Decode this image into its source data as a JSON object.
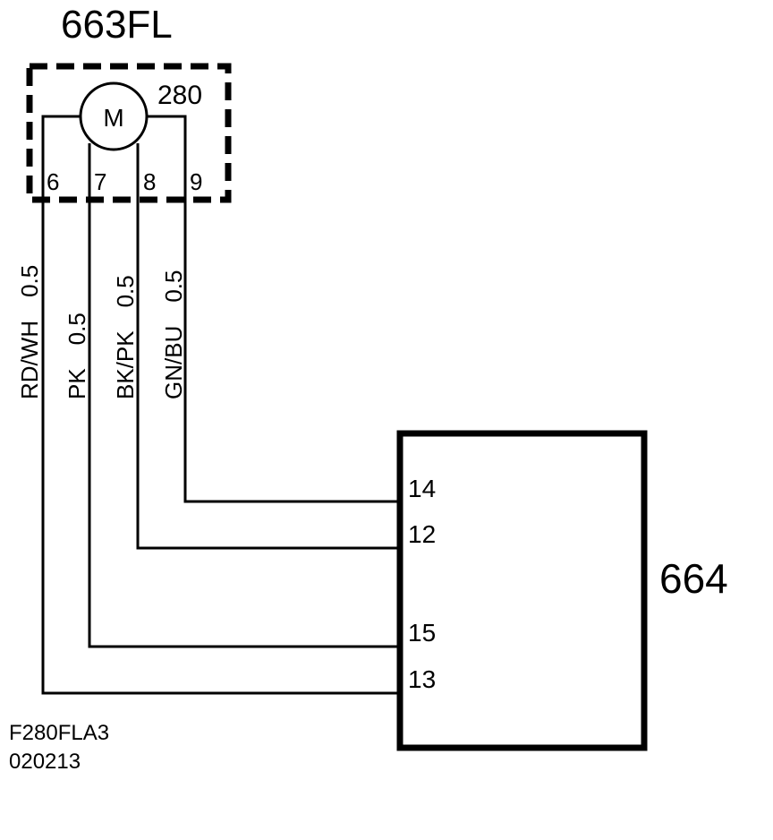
{
  "component_663": {
    "title": "663FL",
    "sub_id": "280",
    "motor_symbol": "M",
    "pins": [
      "6",
      "7",
      "8",
      "9"
    ]
  },
  "component_664": {
    "title": "664",
    "pins": [
      "14",
      "12",
      "15",
      "13"
    ]
  },
  "wires": [
    {
      "color": "RD/WH",
      "size": "0.5"
    },
    {
      "color": "PK",
      "size": "0.5"
    },
    {
      "color": "BK/PK",
      "size": "0.5"
    },
    {
      "color": "GN/BU",
      "size": "0.5"
    }
  ],
  "footer": {
    "code": "F280FLA3",
    "date": "020213"
  }
}
